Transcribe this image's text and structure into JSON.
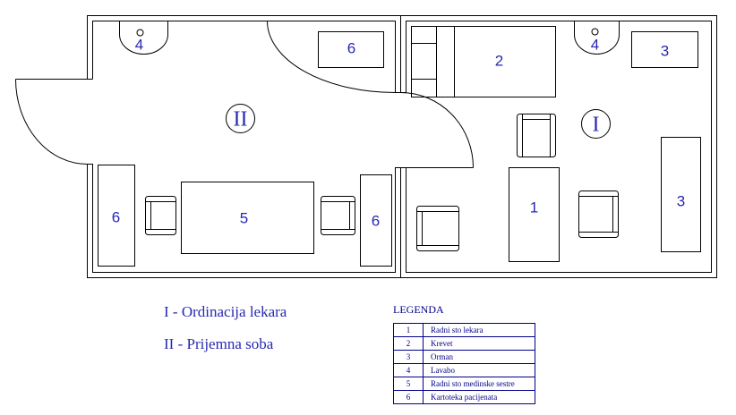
{
  "floor_plan": {
    "room_labels": {
      "room_1": "I",
      "room_2": "II"
    },
    "room_2": {
      "sink": "4",
      "cabinet_top": "6",
      "cabinet_left": "6",
      "desk": "5",
      "cabinet_right": "6"
    },
    "room_1": {
      "bed": "2",
      "sink": "4",
      "wardrobe_top": "3",
      "desk": "1",
      "wardrobe_right": "3"
    }
  },
  "room_key": [
    "I - Ordinacija lekara",
    "II - Prijemna soba"
  ],
  "legend": {
    "title": "LEGENDA",
    "rows": [
      {
        "number": "1",
        "label": "Radni sto lekara"
      },
      {
        "number": "2",
        "label": "Krevet"
      },
      {
        "number": "3",
        "label": "Orman"
      },
      {
        "number": "4",
        "label": "Lavabo"
      },
      {
        "number": "5",
        "label": "Radni sto medinske sestre"
      },
      {
        "number": "6",
        "label": "Kartoteka pacijenata"
      }
    ]
  },
  "colors": {
    "label_blue": "#2828b4",
    "legend_blue": "#00008b",
    "line": "#000000"
  }
}
